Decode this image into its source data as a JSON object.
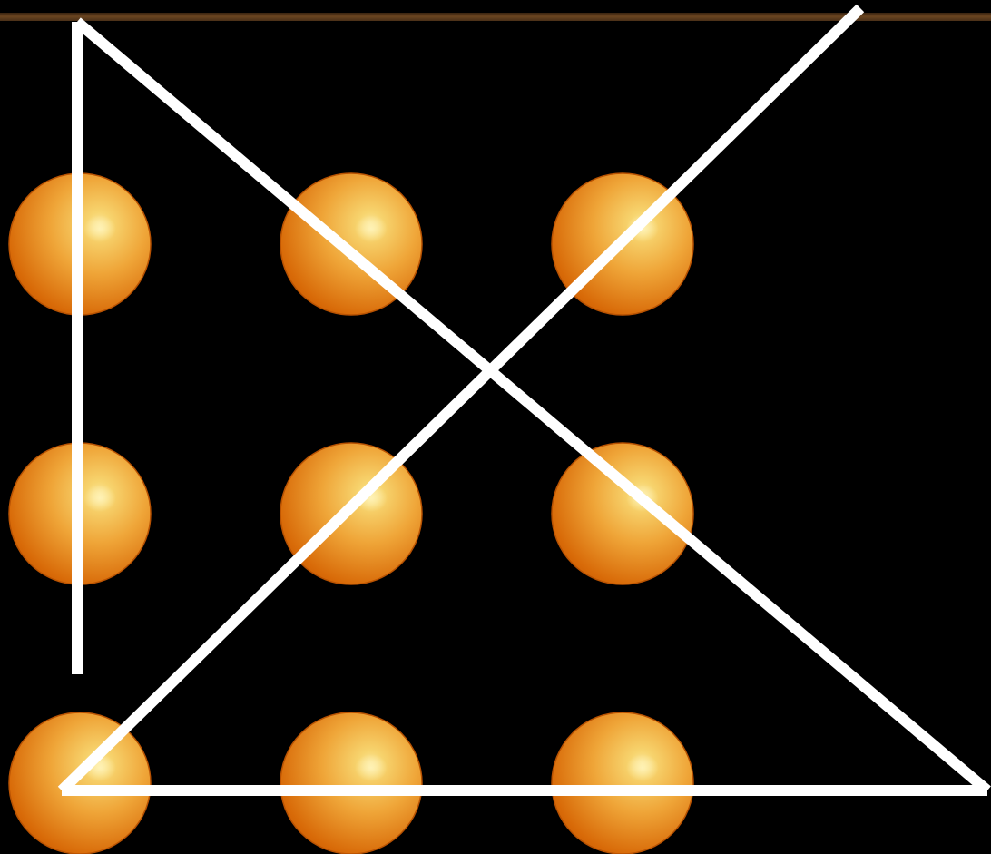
{
  "puzzle": {
    "dot_grid": {
      "rows": 3,
      "cols": 3,
      "dot_color_light": "#FAE28E",
      "dot_color_mid": "#F0A033",
      "dot_color_dark": "#D36305"
    },
    "solution_path": {
      "stroke_color": "#FFFFFF",
      "segment_count": 4
    },
    "background_color": "#000000",
    "accent_bar_color": "#6A4520"
  }
}
